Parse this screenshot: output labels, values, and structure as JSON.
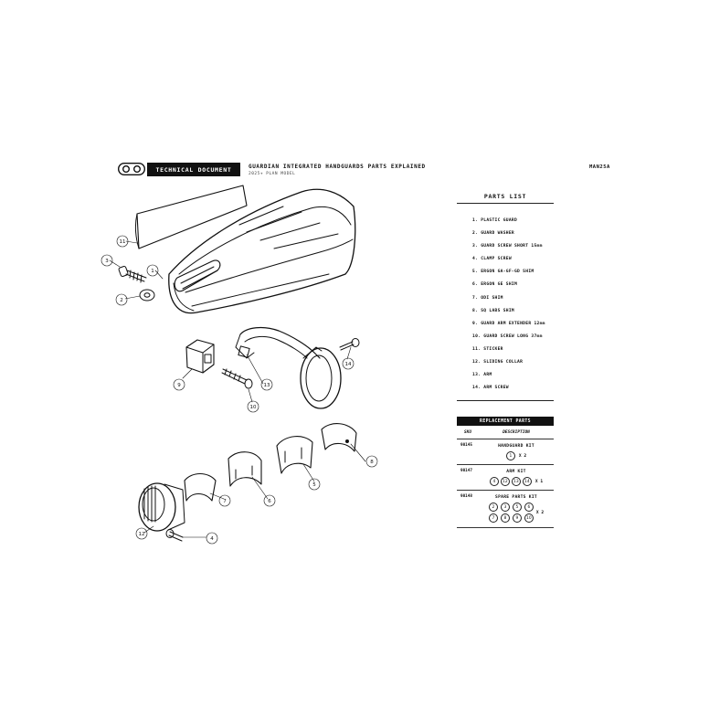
{
  "header": {
    "badge": "TECHNICAL DOCUMENT",
    "title": "GUARDIAN INTEGRATED HANDGUARDS PARTS EXPLAINED",
    "subtitle": "2025+ PLAN MODEL",
    "code": "MAN25A"
  },
  "parts_list": {
    "heading": "PARTS LIST",
    "items": [
      "1. PLASTIC GUARD",
      "2. GUARD WASHER",
      "3. GUARD SCREW SHORT 15mm",
      "4. CLAMP SCREW",
      "5. ERGON GA-GF-GD SHIM",
      "6. ERGON GE SHIM",
      "7. ODI SHIM",
      "8. SQ LABS SHIM",
      "9. GUARD ARM EXTENDER 12mm",
      "10. GUARD SCREW LONG 37mm",
      "11. STICKER",
      "12. SLIDING COLLAR",
      "13. ARM",
      "14. ARM SCREW"
    ]
  },
  "replacement_parts": {
    "heading": "REPLACEMENT PARTS",
    "col_sku": "SKU",
    "col_desc": "DESCRIPTION",
    "rows": [
      {
        "sku": "90145",
        "name": "HANDGUARD KIT",
        "parts": [
          "1"
        ],
        "qty": "X 2"
      },
      {
        "sku": "90147",
        "name": "ARM KIT",
        "parts": [
          "4",
          "12",
          "13",
          "14"
        ],
        "qty": "X 1"
      },
      {
        "sku": "90148",
        "name": "SPARE PARTS KIT",
        "parts": [
          "2",
          "3",
          "5",
          "6",
          "7",
          "8",
          "9",
          "10"
        ],
        "qty": "X 2"
      }
    ]
  },
  "callouts": [
    "1",
    "2",
    "3",
    "4",
    "5",
    "6",
    "7",
    "8",
    "9",
    "10",
    "11",
    "12",
    "13",
    "14"
  ]
}
